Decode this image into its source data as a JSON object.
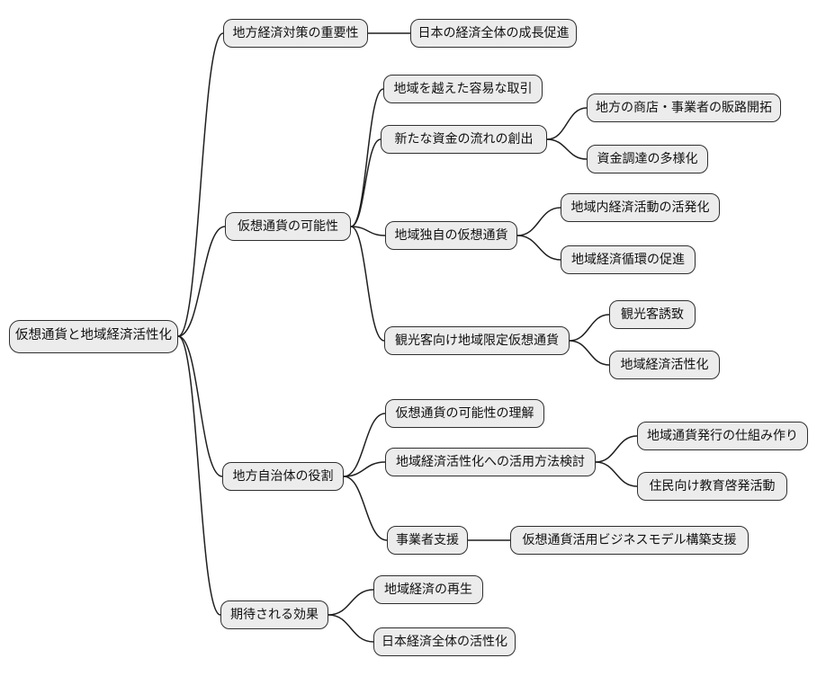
{
  "diagram_type": "mindmap",
  "colors": {
    "background": "#ffffff",
    "node_fill": "#ececec",
    "node_border": "#2f2f2f",
    "edge": "#1f1f1f",
    "text": "#111111"
  },
  "mindmap": {
    "root": {
      "label": "仮想通貨と地域経済活性化",
      "children": [
        {
          "label": "地方経済対策の重要性",
          "children": [
            {
              "label": "日本の経済全体の成長促進",
              "children": []
            }
          ]
        },
        {
          "label": "仮想通貨の可能性",
          "children": [
            {
              "label": "地域を越えた容易な取引",
              "children": []
            },
            {
              "label": "新たな資金の流れの創出",
              "children": [
                {
                  "label": "地方の商店・事業者の販路開拓",
                  "children": []
                },
                {
                  "label": "資金調達の多様化",
                  "children": []
                }
              ]
            },
            {
              "label": "地域独自の仮想通貨",
              "children": [
                {
                  "label": "地域内経済活動の活発化",
                  "children": []
                },
                {
                  "label": "地域経済循環の促進",
                  "children": []
                }
              ]
            },
            {
              "label": "観光客向け地域限定仮想通貨",
              "children": [
                {
                  "label": "観光客誘致",
                  "children": []
                },
                {
                  "label": "地域経済活性化",
                  "children": []
                }
              ]
            }
          ]
        },
        {
          "label": "地方自治体の役割",
          "children": [
            {
              "label": "仮想通貨の可能性の理解",
              "children": []
            },
            {
              "label": "地域経済活性化への活用方法検討",
              "children": [
                {
                  "label": "地域通貨発行の仕組み作り",
                  "children": []
                },
                {
                  "label": "住民向け教育啓発活動",
                  "children": []
                }
              ]
            },
            {
              "label": "事業者支援",
              "children": [
                {
                  "label": "仮想通貨活用ビジネスモデル構築支援",
                  "children": []
                }
              ]
            }
          ]
        },
        {
          "label": "期待される効果",
          "children": [
            {
              "label": "地域経済の再生",
              "children": []
            },
            {
              "label": "日本経済全体の活性化",
              "children": []
            }
          ]
        }
      ]
    }
  }
}
